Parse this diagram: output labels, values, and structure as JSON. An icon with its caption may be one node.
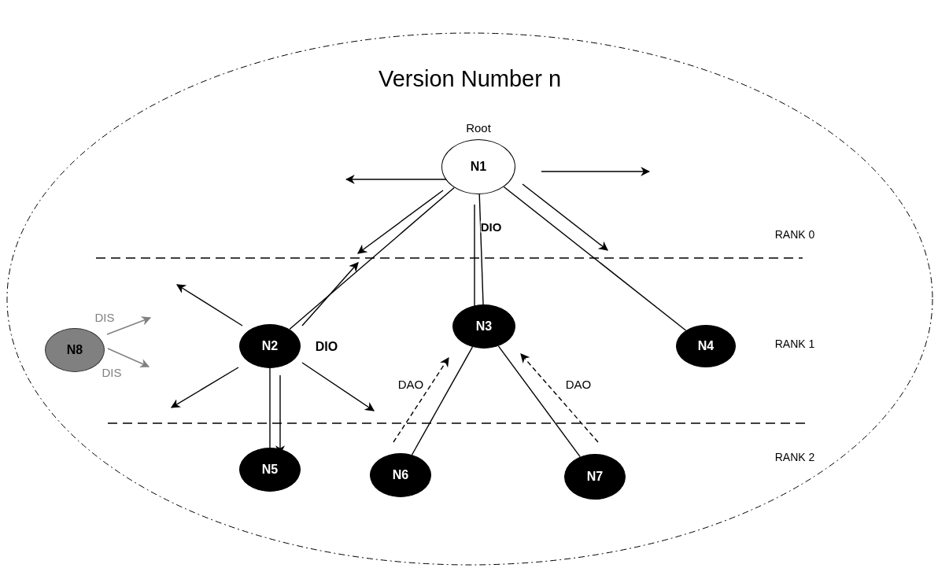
{
  "diagram": {
    "title": "Version Number n",
    "nodes": [
      {
        "text": [
          "N1"
        ],
        "beside": [
          "Root"
        ]
      },
      {
        "text": [
          "N2"
        ]
      },
      {
        "text": [
          "N3"
        ]
      },
      {
        "text": [
          "N4"
        ]
      },
      {
        "text": [
          "N5"
        ]
      },
      {
        "text": [
          "N6"
        ]
      },
      {
        "text": [
          "N7"
        ]
      },
      {
        "text": [
          "N8"
        ]
      }
    ],
    "edges": [
      {
        "from": 0,
        "to": 1,
        "arrow": "none"
      },
      {
        "from": 0,
        "to": 2,
        "arrow": "none"
      },
      {
        "from": 0,
        "to": 3,
        "arrow": "none"
      },
      {
        "from": 1,
        "to": 4,
        "arrow": "none"
      },
      {
        "from": 2,
        "to": 5,
        "arrow": "none"
      },
      {
        "from": 2,
        "to": 6,
        "arrow": "none"
      },
      {
        "from": 0,
        "to": null,
        "arrow": "to"
      },
      {
        "from": 0,
        "to": null,
        "arrow": "to"
      },
      {
        "from": 0,
        "to": null,
        "arrow": "to"
      },
      {
        "from": 0,
        "to": 2,
        "arrow": "to",
        "label": "DIO"
      },
      {
        "from": 0,
        "to": null,
        "arrow": "to"
      },
      {
        "from": 1,
        "to": null,
        "arrow": "to"
      },
      {
        "from": 1,
        "to": null,
        "arrow": "to"
      },
      {
        "from": 1,
        "to": null,
        "arrow": "to"
      },
      {
        "from": 1,
        "to": null,
        "arrow": "to"
      },
      {
        "from": 1,
        "to": 4,
        "arrow": "to"
      },
      {
        "from": 7,
        "to": null,
        "arrow": "to",
        "label": "DIS",
        "color": "#808080"
      },
      {
        "from": 7,
        "to": null,
        "arrow": "to",
        "label": "DIS",
        "color": "#808080"
      },
      {
        "from": 5,
        "to": 2,
        "arrow": "to",
        "label": "DAO",
        "style": "dashed"
      },
      {
        "from": 6,
        "to": 2,
        "arrow": "to",
        "label": "DAO",
        "style": "dashed"
      }
    ],
    "labels": [
      "DIO",
      "RANK 0",
      "RANK 1",
      "RANK 2"
    ]
  }
}
